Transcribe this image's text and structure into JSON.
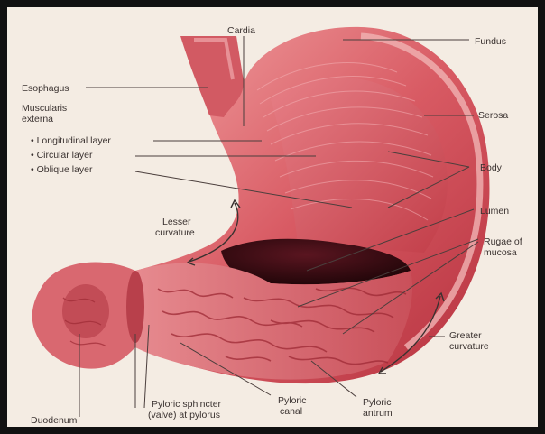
{
  "labels": {
    "cardia": "Cardia",
    "fundus": "Fundus",
    "esophagus": "Esophagus",
    "muscularis_1": "Muscularis",
    "muscularis_2": "externa",
    "longitudinal": "• Longitudinal layer",
    "circular": "• Circular layer",
    "oblique": "• Oblique layer",
    "serosa": "Serosa",
    "body": "Body",
    "lumen": "Lumen",
    "rugae_1": "Rugae of",
    "rugae_2": "mucosa",
    "lesser_1": "Lesser",
    "lesser_2": "curvature",
    "greater_1": "Greater",
    "greater_2": "curvature",
    "duodenum": "Duodenum",
    "pyloric_sphincter_1": "Pyloric sphincter",
    "pyloric_sphincter_2": "(valve) at pylorus",
    "pyloric_canal_1": "Pyloric",
    "pyloric_canal_2": "canal",
    "pyloric_antrum_1": "Pyloric",
    "pyloric_antrum_2": "antrum"
  },
  "colors": {
    "frame": "#111111",
    "background": "#f4ece3",
    "stomach_outer": "#c7434e",
    "stomach_light": "#e98a8f",
    "lumen_dark": "#3b0d12",
    "mucosa": "#d9636b",
    "leader": "#4a3e3c"
  }
}
